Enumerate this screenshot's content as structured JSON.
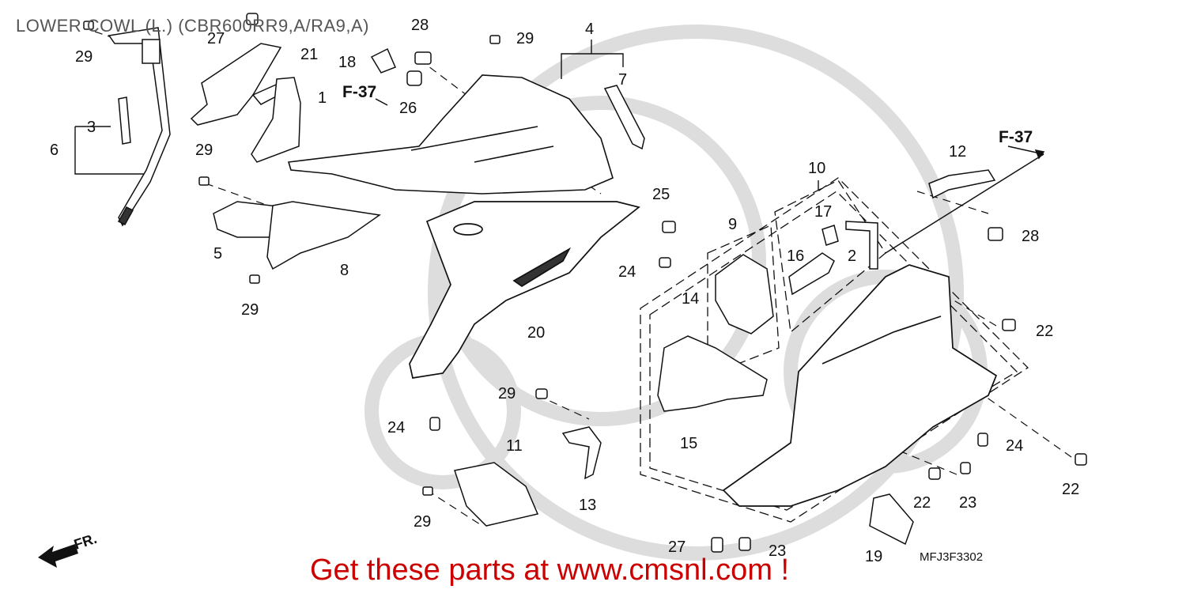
{
  "diagram": {
    "title": "LOWER COWL (L.) (CBR600RR9,A/RA9,A)",
    "footer": "Get these parts at www.cmsnl.com !",
    "code": "MFJ3F3302",
    "direction_label": "FR.",
    "ref_labels": [
      "F-37",
      "F-37"
    ],
    "part_numbers": [
      "1",
      "2",
      "3",
      "4",
      "5",
      "6",
      "7",
      "8",
      "9",
      "10",
      "11",
      "12",
      "13",
      "14",
      "15",
      "16",
      "17",
      "18",
      "19",
      "20",
      "21",
      "22",
      "23",
      "24",
      "25",
      "26",
      "27",
      "28",
      "29"
    ],
    "colors": {
      "line": "#111111",
      "watermark": "#d9d9d9",
      "footer": "#cc0000",
      "title": "#555555"
    }
  }
}
